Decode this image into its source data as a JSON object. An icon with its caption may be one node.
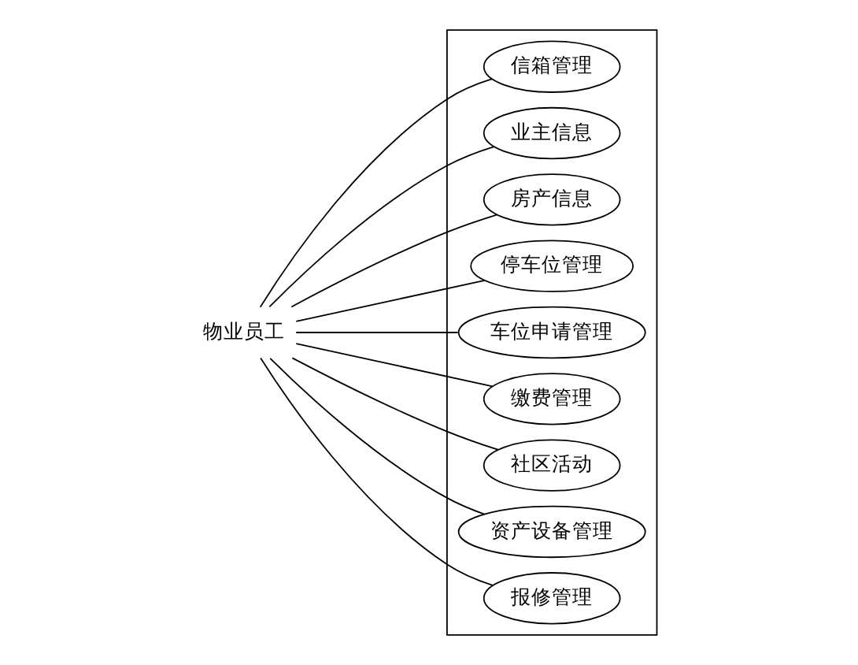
{
  "diagram": {
    "nodes": [
      {
        "text": [],
        "shape": "box"
      },
      {
        "text": [
          "物业员工"
        ]
      },
      {
        "text": [
          "信箱管理"
        ],
        "in": 0
      },
      {
        "text": [
          "业主信息"
        ],
        "in": 0
      },
      {
        "text": [
          "房产信息"
        ],
        "in": 0
      },
      {
        "text": [
          "停车位管理"
        ],
        "in": 0
      },
      {
        "text": [
          "车位申请管理"
        ],
        "in": 0
      },
      {
        "text": [
          "缴费管理"
        ],
        "in": 0
      },
      {
        "text": [
          "社区活动"
        ],
        "in": 0
      },
      {
        "text": [
          "资产设备管理"
        ],
        "in": 0
      },
      {
        "text": [
          "报修管理"
        ],
        "in": 0
      }
    ],
    "edges": [
      {
        "from": 1,
        "to": 2,
        "arrow": "none"
      },
      {
        "from": 1,
        "to": 3,
        "arrow": "none"
      },
      {
        "from": 1,
        "to": 4,
        "arrow": "none"
      },
      {
        "from": 1,
        "to": 5,
        "arrow": "none"
      },
      {
        "from": 1,
        "to": 6,
        "arrow": "none"
      },
      {
        "from": 1,
        "to": 7,
        "arrow": "none"
      },
      {
        "from": 1,
        "to": 8,
        "arrow": "none"
      },
      {
        "from": 1,
        "to": 9,
        "arrow": "none"
      },
      {
        "from": 1,
        "to": 10,
        "arrow": "none"
      }
    ]
  }
}
